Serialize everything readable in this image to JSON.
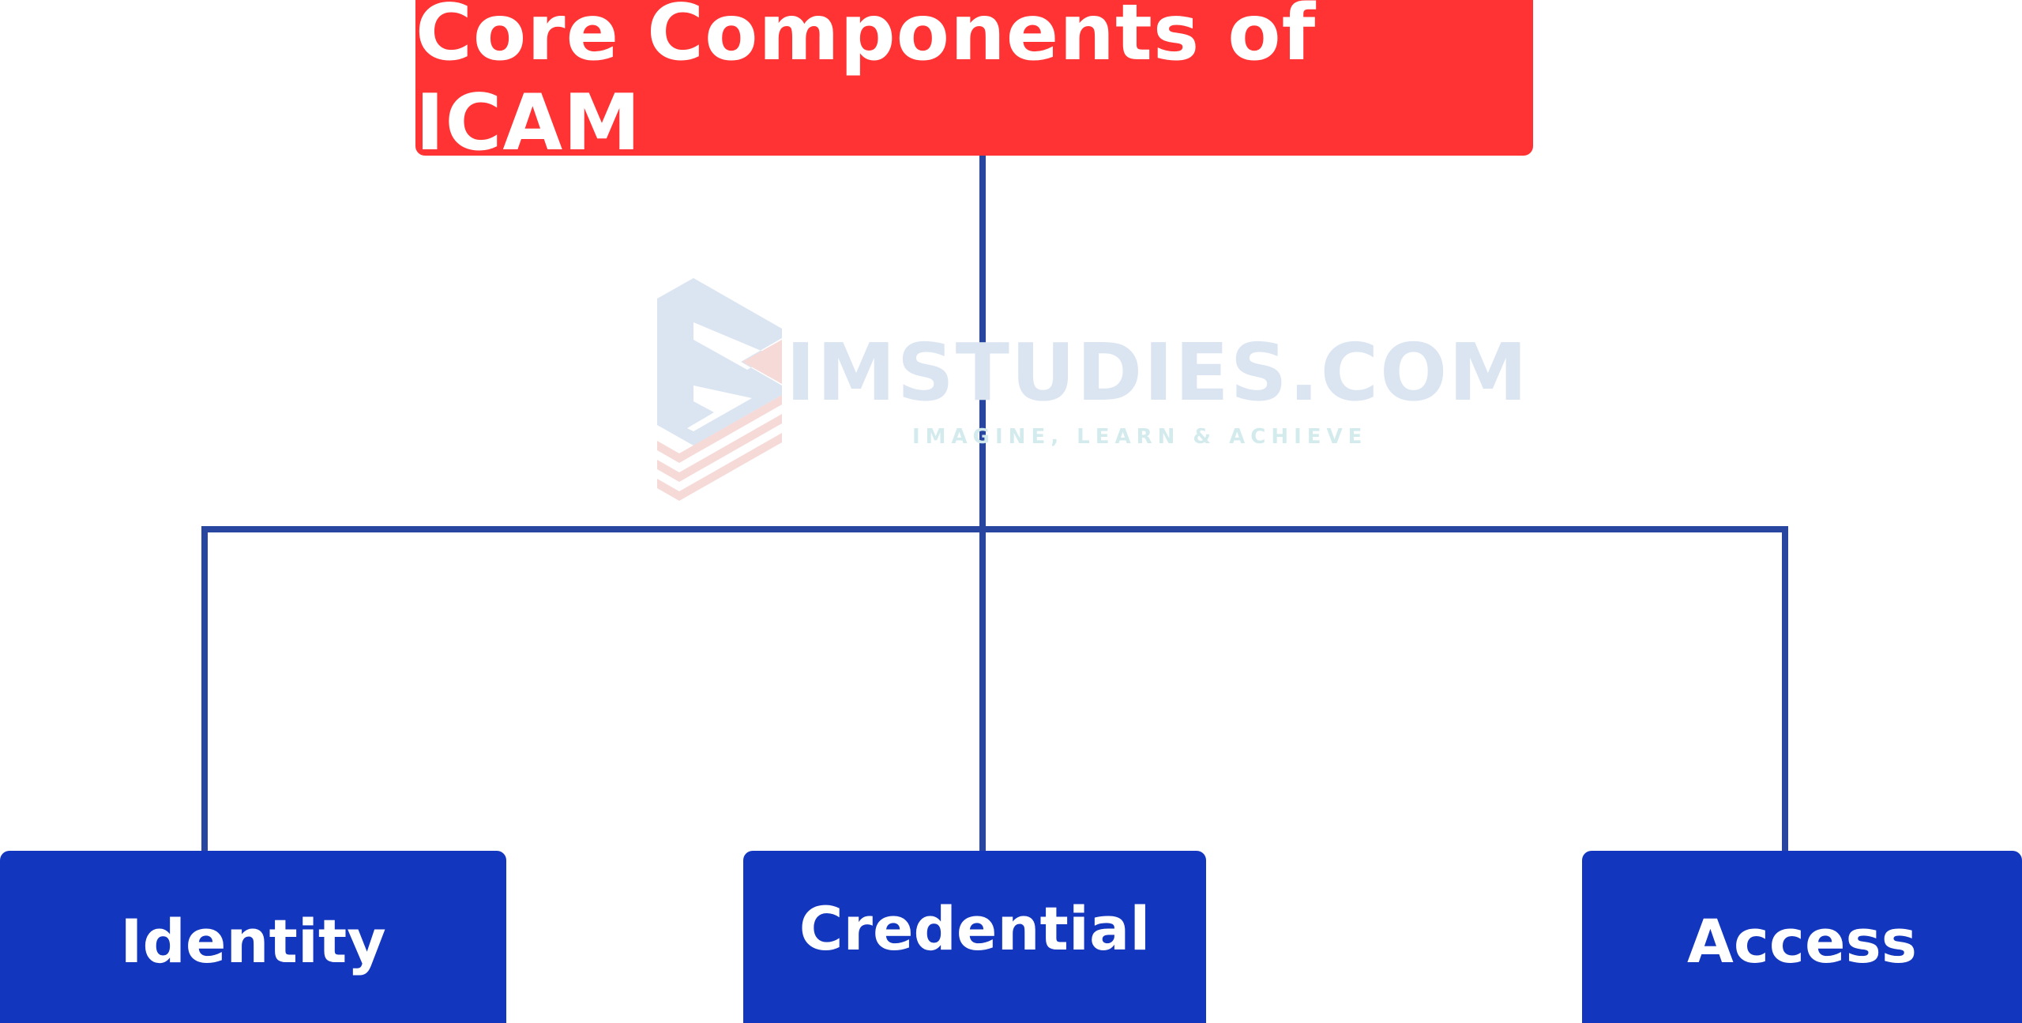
{
  "diagram": {
    "root": {
      "label": "Core Components of ICAM"
    },
    "children": [
      {
        "id": "identity",
        "label": "Identity"
      },
      {
        "id": "credential",
        "label": "Credential"
      },
      {
        "id": "access",
        "label": "Access"
      }
    ]
  },
  "watermark": {
    "brand": "SIMSTUDIES.COM",
    "brand_visible": "IMSTUDIES.COM",
    "tagline": "IMAGINE, LEARN & ACHIEVE"
  },
  "colors": {
    "root_fill": "#ff3333",
    "child_fill": "#1336bf",
    "connector": "#2846a0",
    "text": "#ffffff",
    "watermark_blue": "#dbe5f2",
    "watermark_red": "#f6dad8",
    "watermark_tagline": "#d4ebee"
  }
}
